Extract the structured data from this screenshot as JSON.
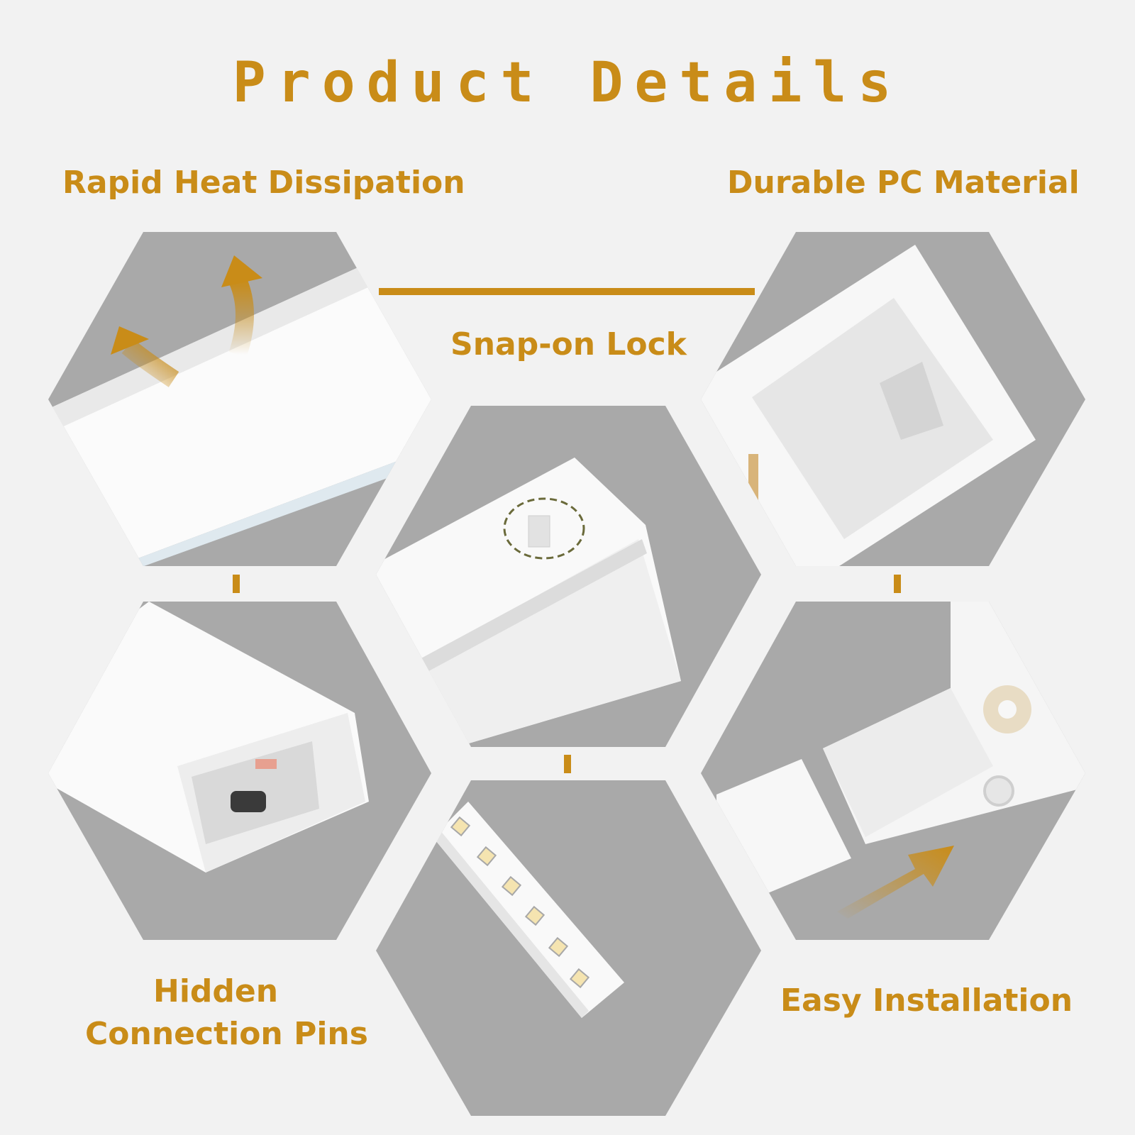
{
  "page": {
    "title": "Product Details"
  },
  "features": {
    "heat": "Rapid Heat Dissipation",
    "material": "Durable PC Material",
    "lock": "Snap-on Lock",
    "pins_line1": "Hidden",
    "pins_line2": "Connection Pins",
    "install": "Easy Installation"
  },
  "colors": {
    "accent": "#c98c18",
    "background": "#f2f2f2",
    "hexagon": "#a9a9a9",
    "product": "#fafafa"
  }
}
